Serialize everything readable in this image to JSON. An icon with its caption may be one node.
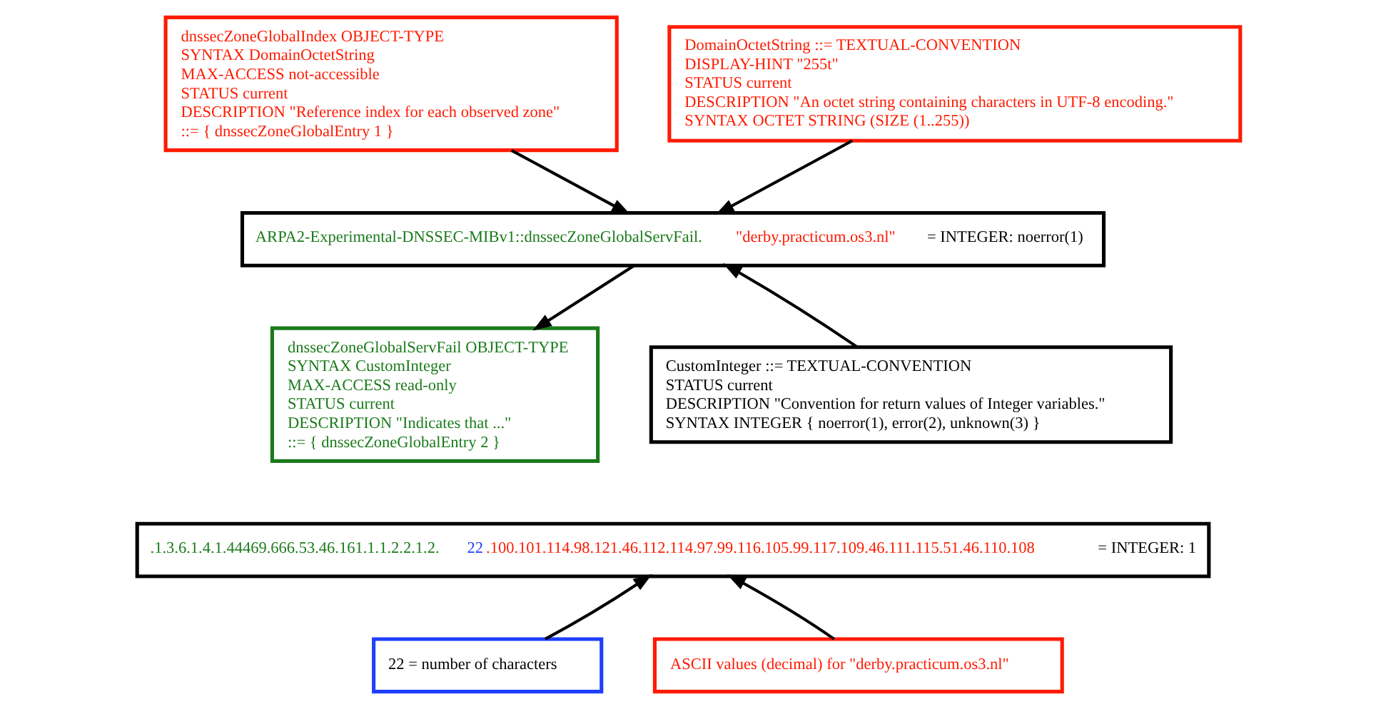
{
  "diagram": {
    "nodes": [
      {
        "text": [
          "dnssecZoneGlobalIndex OBJECT-TYPE",
          "SYNTAX DomainOctetString",
          "MAX-ACCESS not-accessible",
          "STATUS current",
          "DESCRIPTION \"Reference index for each observed zone\"",
          "::= { dnssecZoneGlobalEntry 1 }"
        ]
      },
      {
        "text": [
          "DomainOctetString ::= TEXTUAL-CONVENTION",
          "DISPLAY-HINT \"255t\"",
          "STATUS current",
          "DESCRIPTION \"An octet string containing characters in UTF-8 encoding.\"",
          "SYNTAX OCTET STRING (SIZE (1..255))"
        ]
      },
      {
        "text": [
          "ARPA2-Experimental-DNSSEC-MIBv1::dnssecZoneGlobalServFail.",
          "\"derby.practicum.os3.nl\"",
          "= INTEGER: noerror(1)"
        ]
      },
      {
        "text": [
          "dnssecZoneGlobalServFail OBJECT-TYPE",
          "SYNTAX CustomInteger",
          "MAX-ACCESS read-only",
          "STATUS current",
          "DESCRIPTION \"Indicates that ...\"",
          "::= { dnssecZoneGlobalEntry 2 }"
        ]
      },
      {
        "text": [
          "CustomInteger ::= TEXTUAL-CONVENTION",
          "STATUS current",
          "DESCRIPTION \"Convention for return values of Integer variables.\"",
          "SYNTAX INTEGER { noerror(1), error(2), unknown(3) }"
        ]
      },
      {
        "text": [
          ".1.3.6.1.4.1.44469.666.53.46.161.1.1.2.2.1.2.",
          "22",
          ".100.101.114.98.121.46.112.114.97.99.116.105.99.117.109.46.111.115.51.46.110.108",
          "= INTEGER: 1"
        ]
      },
      {
        "text": [
          "22 = number of characters"
        ]
      },
      {
        "text": [
          "ASCII values (decimal) for \"derby.practicum.os3.nl\""
        ]
      }
    ],
    "edges": [
      {
        "from": 0,
        "to": 2,
        "arrow": "to"
      },
      {
        "from": 1,
        "to": 2,
        "arrow": "to"
      },
      {
        "from": 2,
        "to": 3,
        "arrow": "to"
      },
      {
        "from": 4,
        "to": 2,
        "arrow": "to"
      },
      {
        "from": 6,
        "to": 5,
        "arrow": "to"
      },
      {
        "from": 7,
        "to": 5,
        "arrow": "to"
      }
    ]
  }
}
